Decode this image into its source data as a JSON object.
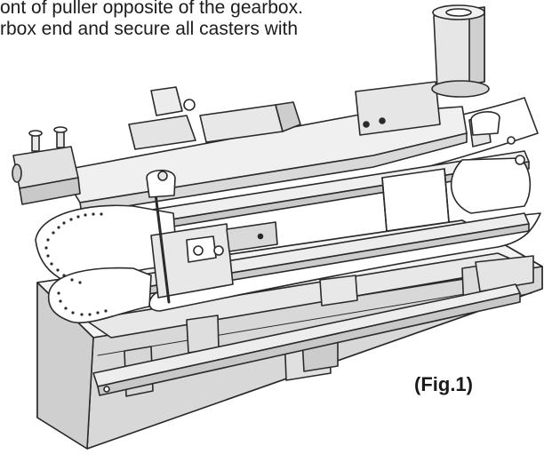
{
  "instructions": {
    "line1": "ont of puller opposite of the gearbox.",
    "line2": "rbox end and secure all casters with"
  },
  "figure": {
    "label": "(Fig.1)",
    "subject": "puller-on-shipping-crate-illustration"
  },
  "colors": {
    "outline": "#2a2a2a",
    "fill_light": "#f2f2f2",
    "fill_mid": "#e2e2e2",
    "fill_dark": "#cfcfcf",
    "cloth": "#ffffff"
  }
}
